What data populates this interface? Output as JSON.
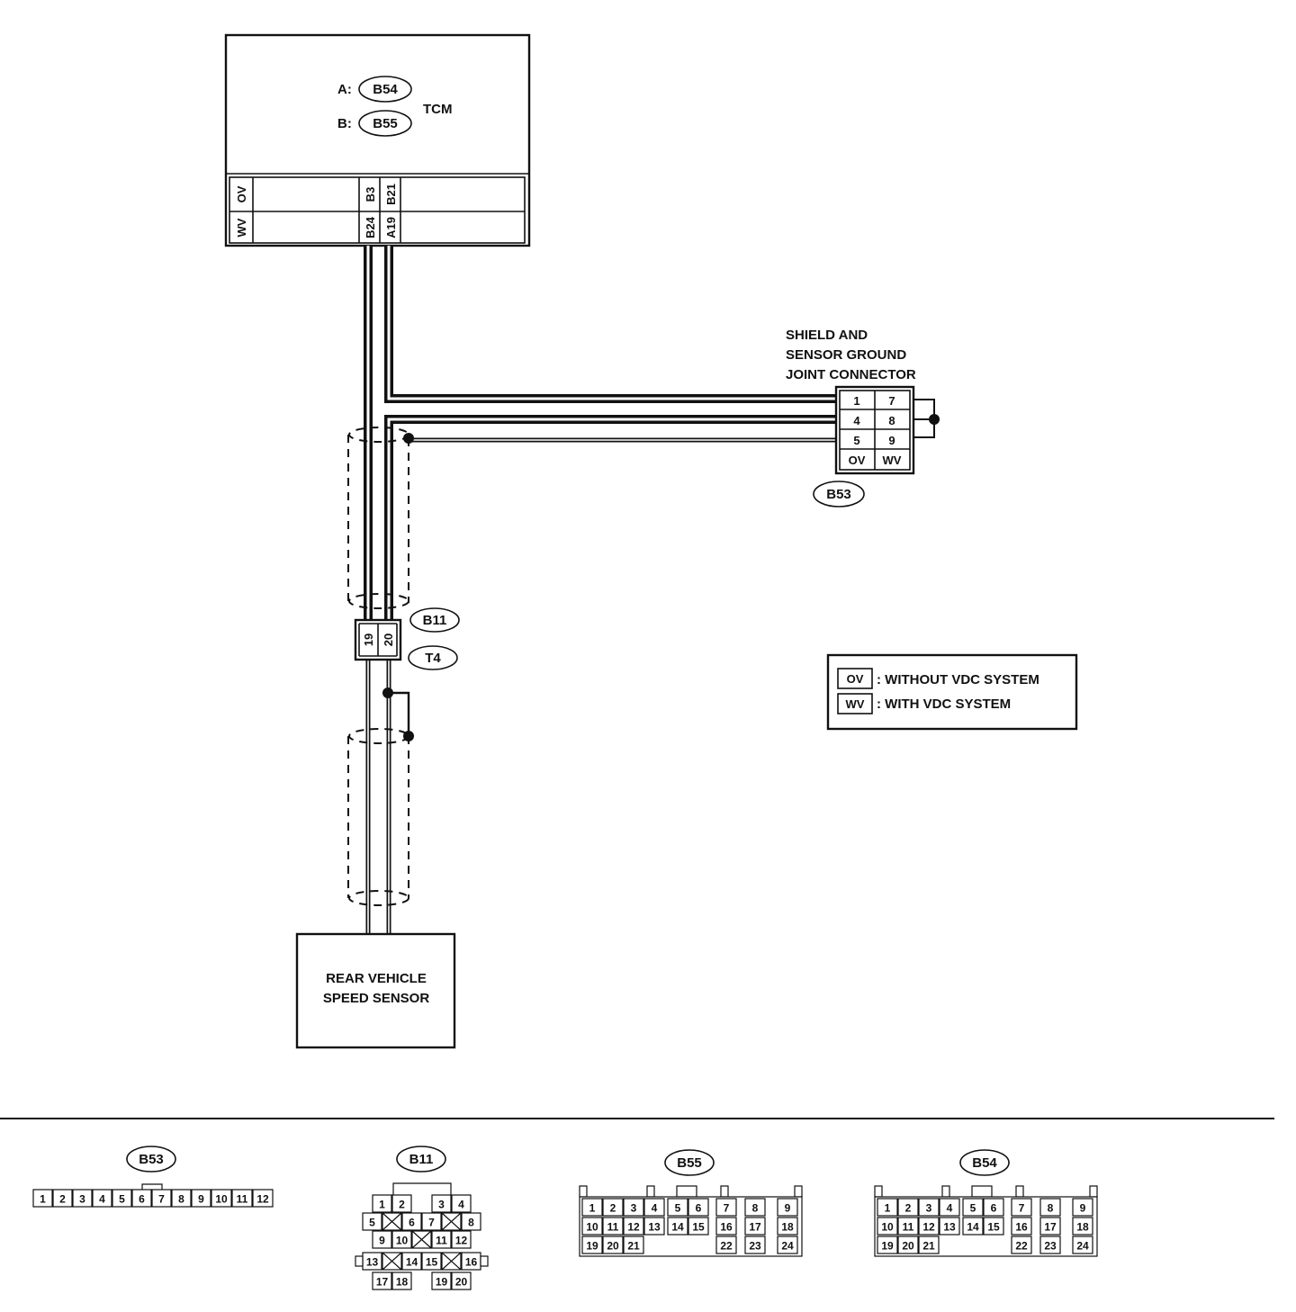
{
  "colors": {
    "ink": "#111111",
    "background": "#ffffff"
  },
  "tcm": {
    "label": "TCM",
    "connector_a": {
      "prefix": "A:",
      "code": "B54"
    },
    "connector_b": {
      "prefix": "B:",
      "code": "B55"
    },
    "row_top": {
      "variant": "OV",
      "pin_1": "B3",
      "pin_2": "B21"
    },
    "row_bottom": {
      "variant": "WV",
      "pin_1": "B24",
      "pin_2": "A19"
    }
  },
  "joint_connector": {
    "title_line_1": "SHIELD AND",
    "title_line_2": "SENSOR GROUND",
    "title_line_3": "JOINT CONNECTOR",
    "pins": [
      "1",
      "7",
      "4",
      "8",
      "5",
      "9",
      "OV",
      "WV"
    ],
    "code": "B53"
  },
  "inline_connector": {
    "pins": [
      "19",
      "20"
    ],
    "code_1": "B11",
    "code_2": "T4"
  },
  "sensor": {
    "line_1": "REAR VEHICLE",
    "line_2": "SPEED SENSOR"
  },
  "legend": {
    "items": [
      {
        "code": "OV",
        "text": ": WITHOUT VDC SYSTEM"
      },
      {
        "code": "WV",
        "text": ": WITH VDC SYSTEM"
      }
    ]
  },
  "connector_views": {
    "b53": {
      "code": "B53",
      "pins": [
        "1",
        "2",
        "3",
        "4",
        "5",
        "6",
        "7",
        "8",
        "9",
        "10",
        "11",
        "12"
      ]
    },
    "b11": {
      "code": "B11",
      "pins": [
        "1",
        "2",
        "3",
        "4",
        "5",
        "6",
        "7",
        "8",
        "9",
        "10",
        "11",
        "12",
        "13",
        "14",
        "15",
        "16",
        "17",
        "18",
        "19",
        "20"
      ]
    },
    "b55": {
      "code": "B55",
      "pins": [
        "1",
        "2",
        "3",
        "4",
        "5",
        "6",
        "7",
        "8",
        "9",
        "10",
        "11",
        "12",
        "13",
        "14",
        "15",
        "16",
        "17",
        "18",
        "19",
        "20",
        "21",
        "22",
        "23",
        "24"
      ]
    },
    "b54": {
      "code": "B54",
      "pins": [
        "1",
        "2",
        "3",
        "4",
        "5",
        "6",
        "7",
        "8",
        "9",
        "10",
        "11",
        "12",
        "13",
        "14",
        "15",
        "16",
        "17",
        "18",
        "19",
        "20",
        "21",
        "22",
        "23",
        "24"
      ]
    }
  }
}
